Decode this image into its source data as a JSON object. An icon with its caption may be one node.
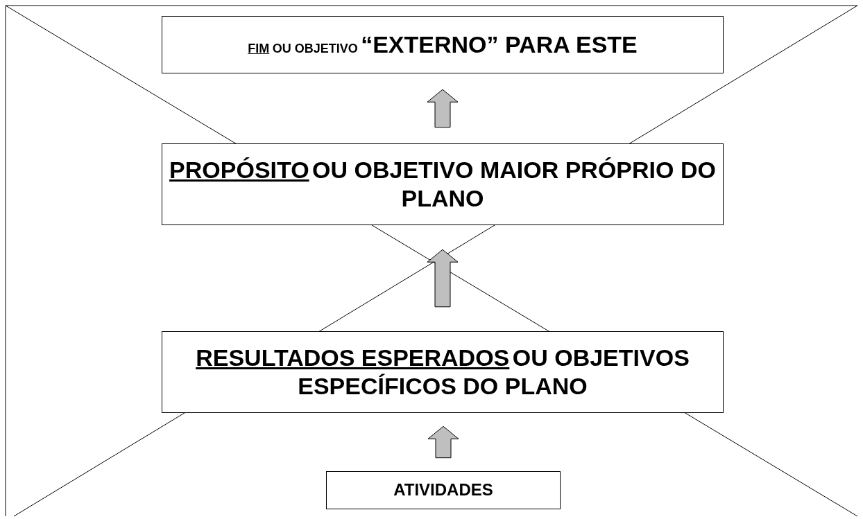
{
  "diagram": {
    "nodes": [
      {
        "text": [
          "FIM",
          "OU OBJETIVO",
          "“EXTERNO” PARA ESTE"
        ]
      },
      {
        "text": [
          "PROPÓSITO",
          "OU OBJETIVO MAIOR PRÓPRIO DO PLANO"
        ]
      },
      {
        "text": [
          "RESULTADOS ESPERADOS",
          "OU OBJETIVOS ESPECÍFICOS DO PLANO"
        ]
      },
      {
        "text": [
          "ATIVIDADES"
        ]
      }
    ],
    "edges": [
      {
        "from": 3,
        "to": 2,
        "arrow": "to"
      },
      {
        "from": 2,
        "to": 1,
        "arrow": "to"
      },
      {
        "from": 1,
        "to": 0,
        "arrow": "to"
      }
    ]
  }
}
